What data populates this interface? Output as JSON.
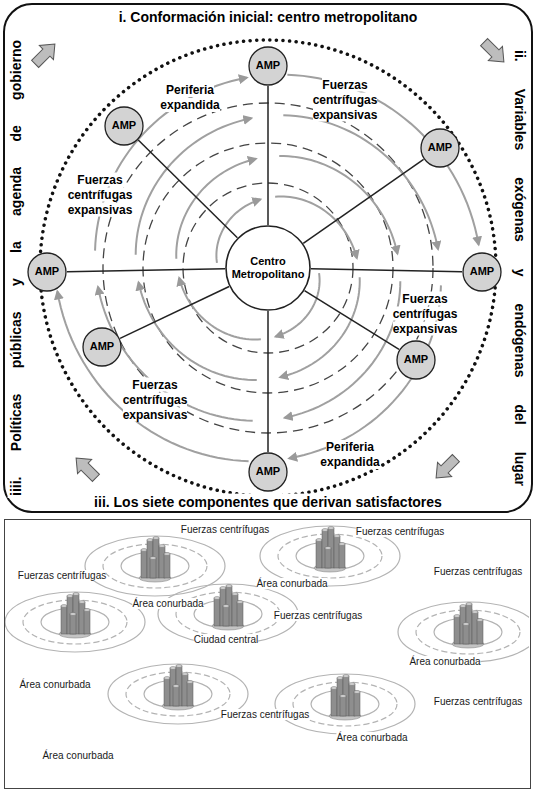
{
  "diagram": {
    "nodes": [
      {
        "text": [
          "i. Conformación inicial: centro metropolitano",
          "ii. Variables exógenas y endógenas del lugar",
          "iii. Los siete componentes que derivan satisfactores",
          "iiii. Políticas públicas y la agenda de gobierno"
        ]
      },
      {
        "text": [
          "AMP"
        ],
        "in": 0
      },
      {
        "text": [
          "AMP"
        ],
        "in": 0
      },
      {
        "text": [
          "AMP"
        ],
        "in": 0
      },
      {
        "text": [
          "AMP"
        ],
        "in": 0
      },
      {
        "text": [
          "Centro Metropolitano"
        ],
        "in": 0
      },
      {
        "text": [
          "AMP"
        ],
        "in": 0
      },
      {
        "text": [
          "AMP"
        ],
        "in": 0
      },
      {
        "text": [
          "AMP"
        ],
        "in": 0
      },
      {
        "text": [
          "AMP"
        ],
        "in": 0
      }
    ],
    "edges": [
      {
        "from": 5,
        "to": 1,
        "arrow": "none"
      },
      {
        "from": 5,
        "to": 2,
        "arrow": "none"
      },
      {
        "from": 5,
        "to": 3,
        "arrow": "none"
      },
      {
        "from": 5,
        "to": 4,
        "arrow": "none"
      },
      {
        "from": 5,
        "to": 6,
        "arrow": "none"
      },
      {
        "from": 5,
        "to": 7,
        "arrow": "none"
      },
      {
        "from": 5,
        "to": 8,
        "arrow": "none"
      },
      {
        "from": 5,
        "to": 9,
        "arrow": "none"
      }
    ],
    "labels": [
      "Periferia expandida",
      "Fuerzas centrífugas expansivas",
      "Fuerzas centrífugas expansivas",
      "Fuerzas centrífugas expansivas",
      "Fuerzas centrífugas expansivas",
      "Periferia expandida",
      "Fuerzas centrífugas",
      "Fuerzas centrífugas",
      "Fuerzas centrífugas",
      "Fuerzas centrífugas",
      "Área conurbada",
      "Área conurbada",
      "Fuerzas centrífugas",
      "Ciudad central",
      "Área conurbada",
      "Área conurbada",
      "Fuerzas centrífugas",
      "Fuerzas centrífugas",
      "Área conurbada",
      "Área conurbada"
    ]
  }
}
